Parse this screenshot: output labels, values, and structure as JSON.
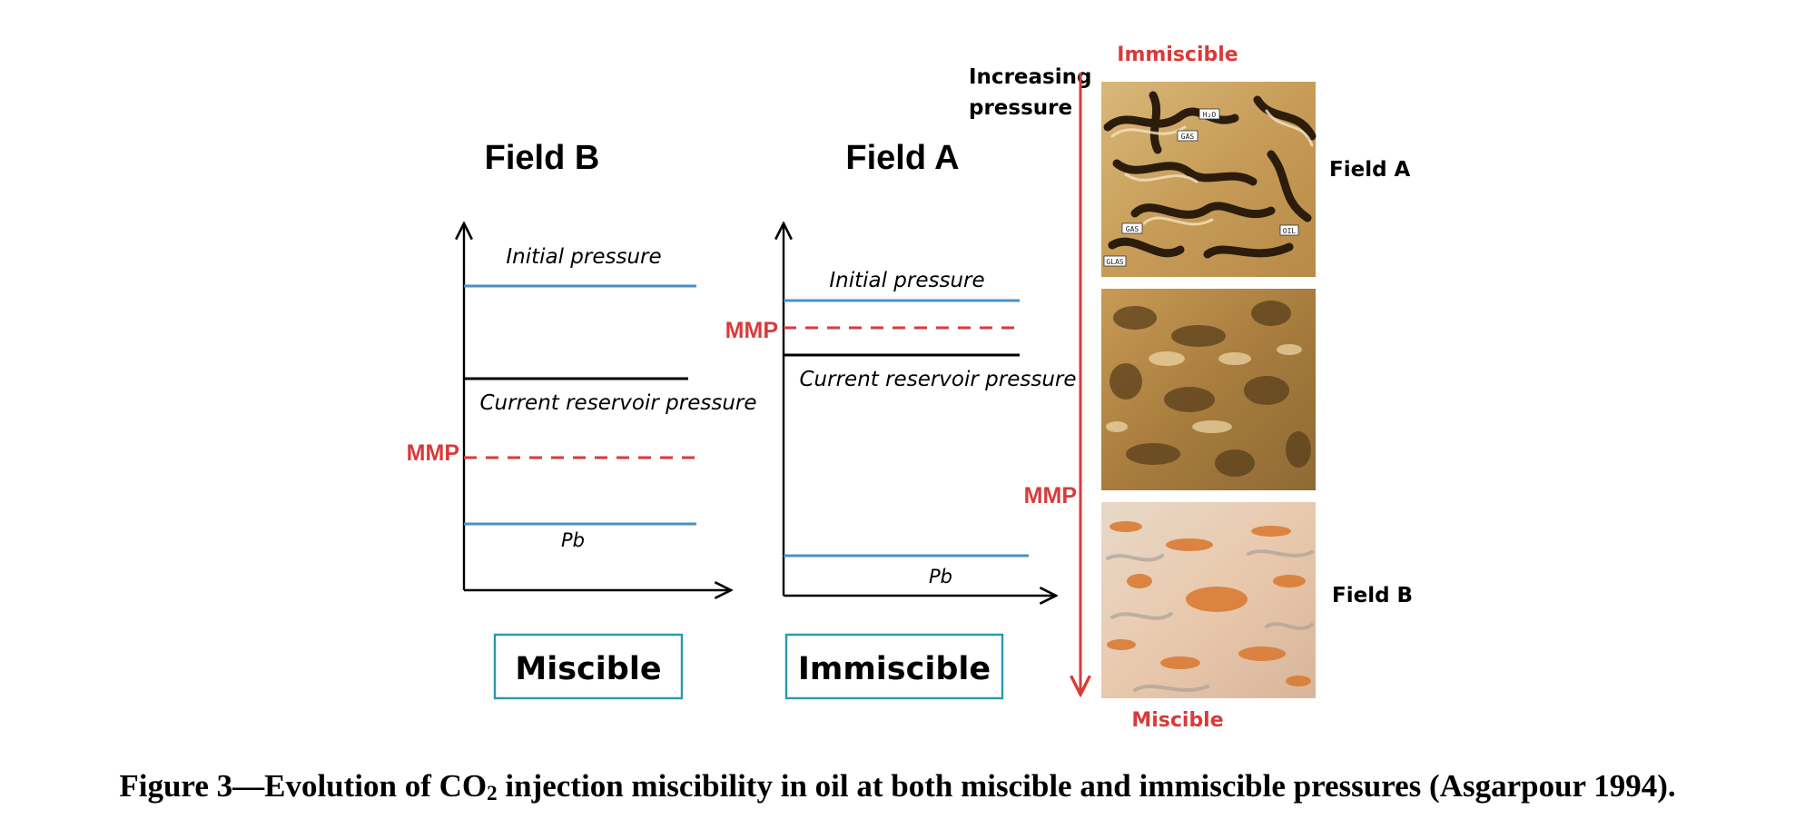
{
  "colors": {
    "blue_line": "#4a90c8",
    "mmp_red": "#d93a3a",
    "box_border": "#2a9aab",
    "axis": "#000000"
  },
  "field_b": {
    "title": "Field B",
    "initial_pressure": "Initial pressure",
    "current_reservoir_pressure": "Current reservoir pressure",
    "mmp": "MMP",
    "pb": "Pb",
    "status": "Miscible"
  },
  "field_a": {
    "title": "Field A",
    "initial_pressure": "Initial pressure",
    "current_reservoir_pressure": "Current reservoir pressure",
    "mmp": "MMP",
    "pb": "Pb",
    "status": "Immiscible"
  },
  "pressure_scale": {
    "top_label": "Immiscible",
    "bottom_label": "Miscible",
    "axis_label_line1": "Increasing",
    "axis_label_line2": "pressure",
    "mmp": "MMP"
  },
  "photos": {
    "top_label": "Field A",
    "bottom_label": "Field B",
    "tags": [
      "H₂O",
      "GAS",
      "GAS",
      "OIL",
      "GLAS"
    ]
  },
  "caption": {
    "prefix": "Figure 3—Evolution of CO",
    "subscript": "2",
    "suffix": " injection miscibility in oil at both miscible and immiscible pressures (Asgarpour 1994)."
  }
}
